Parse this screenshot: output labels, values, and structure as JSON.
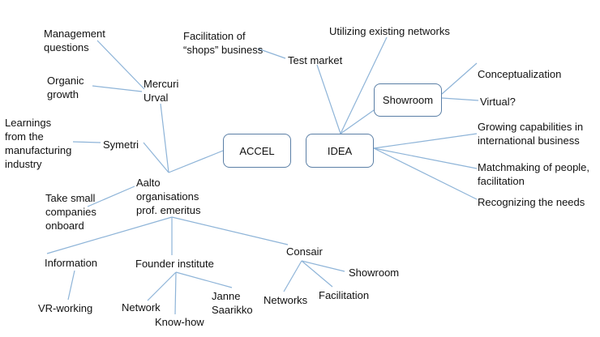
{
  "colors": {
    "connector": "#8eb4d8",
    "box_border": "#5b7fa6",
    "text": "#111111",
    "background": "#ffffff"
  },
  "hubs": {
    "accel": "ACCEL",
    "idea": "IDEA",
    "showroom": "Showroom"
  },
  "idea_branch": {
    "facilitation_shops": "Facilitation of\n“shops” business",
    "test_market": "Test market",
    "utilizing_networks": "Utilizing existing networks",
    "conceptualization": "Conceptualization",
    "virtual": "Virtual?",
    "growing_capabilities": "Growing capabilities in\ninternational business",
    "matchmaking": "Matchmaking of people,\nfacilitation",
    "recognizing_needs": "Recognizing the needs"
  },
  "accel_branch": {
    "management_questions": "Management\nquestions",
    "organic_growth": "Organic\ngrowth",
    "mercuri_urval": "Mercuri\nUrval",
    "learnings": "Learnings\nfrom the\nmanufacturing\nindustry",
    "symetri": "Symetri",
    "aalto": "Aalto\norganisations\nprof. emeritus",
    "take_small": "Take small\ncompanies\nonboard",
    "information": "Information",
    "vr_working": "VR-working",
    "founder_institute": "Founder institute",
    "network": "Network",
    "know_how": "Know-how",
    "janne": "Janne\nSaarikko",
    "consair": "Consair",
    "showroom": "Showroom",
    "networks": "Networks",
    "facilitation": "Facilitation"
  }
}
